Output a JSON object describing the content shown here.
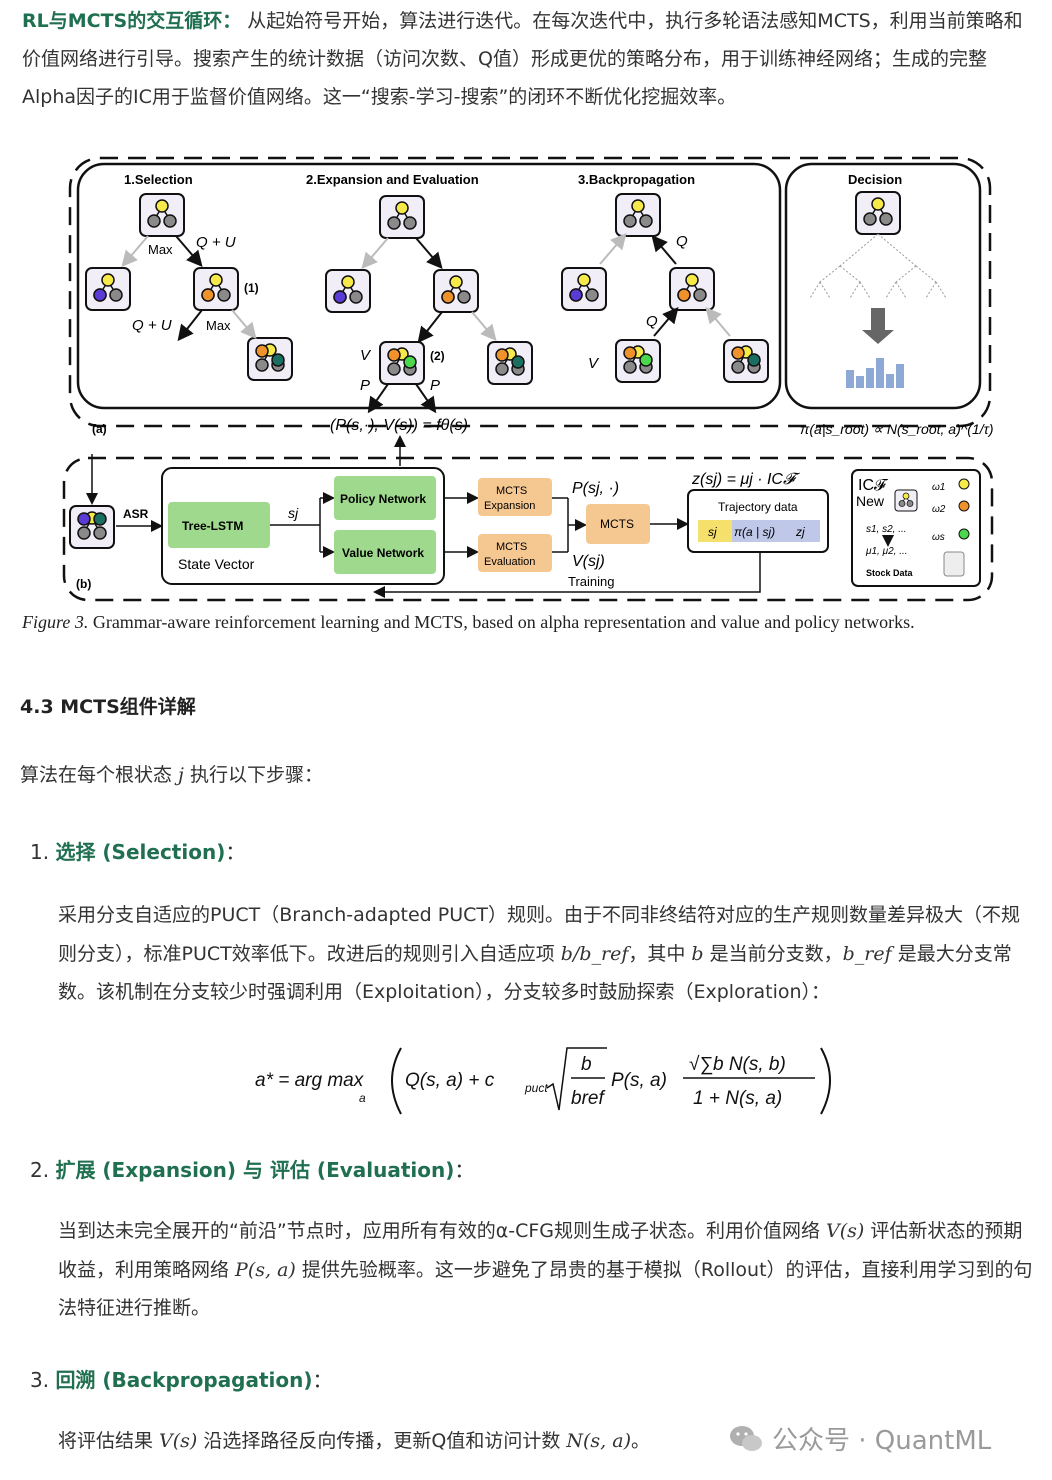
{
  "intro": {
    "lead": "RL与MCTS的交互循环",
    "colon": "：",
    "text": "从起始符号开始，算法进行迭代。在每次迭代中，执行多轮语法感知MCTS，利用当前策略和价值网络进行引导。搜索产生的统计数据（访问次数、Q值）形成更优的策略分布，用于训练神经网络；生成的完整Alpha因子的IC用于监督价值网络。这一“搜索-学习-搜索”的闭环不断优化挖掘效率。"
  },
  "figure": {
    "selection_title": "1.Selection",
    "expansion_title": "2.Expansion and Evaluation",
    "backprop_title": "3.Backpropagation",
    "decision_title": "Decision",
    "max_label": "Max",
    "q_plus_u": "Q + U",
    "q_label": "Q",
    "v_label": "V",
    "p_label": "P",
    "marker_1": "(1)",
    "marker_2": "(2)",
    "panel_a": "(a)",
    "panel_b": "(b)",
    "net_equation": "(P(s,·), V(s)) = fθ(s)",
    "decision_equation": "π(a|s_root) ∝ N(s_root, a)^(1/τ)",
    "asr": "ASR",
    "tree_lstm": "Tree-LSTM",
    "state_vector": "State Vector",
    "sj": "sj",
    "policy_network": "Policy Network",
    "value_network": "Value Network",
    "mcts_expansion_1": "MCTS",
    "mcts_expansion_2": "Expansion",
    "mcts_evaluation_1": "MCTS",
    "mcts_evaluation_2": "Evaluation",
    "p_sj": "P(sj, ·)",
    "v_sj": "V(sj)",
    "mcts": "MCTS",
    "training": "Training",
    "z_equation": "z(sj) = μj · IC𝓕",
    "trajectory_data": "Trajectory data",
    "traj_s": "sj",
    "traj_pi": "π(a | sj)",
    "traj_z": "zj",
    "ic_f": "IC𝓕",
    "new": "New",
    "s_seq": "s1, s2, ...",
    "mu_seq": "μ1, μ2, ...",
    "stock_data": "Stock Data",
    "w1": "ω1",
    "w2": "ω2",
    "ws": "ωs"
  },
  "caption": {
    "label": "Figure 3.",
    "text": " Grammar-aware reinforcement learning and MCTS, based on alpha representation and value and policy networks."
  },
  "section": {
    "title": "4.3 MCTS组件详解"
  },
  "steps_intro": {
    "before": "算法在每个根状态 ",
    "var": "j",
    "after": " 执行以下步骤："
  },
  "steps": [
    {
      "number": "1.",
      "title": "选择 (Selection)",
      "colon": "：",
      "body_1": "采用分支自适应的PUCT（Branch-adapted PUCT）规则。由于不同非终结符对应的生产规则数量差异极大（不规则分支），标准PUCT效率低下。改进后的规则引入自适应项 ",
      "term_1": "b/b_ref",
      "body_2": "，其中 ",
      "term_2": "b",
      "body_3": " 是当前分支数，",
      "term_3": "b_ref",
      "body_4": " 是最大分支常数。该机制在分支较少时强调利用（Exploitation），分支较多时鼓励探索（Exploration）："
    },
    {
      "number": "2.",
      "title": "扩展 (Expansion) 与 评估 (Evaluation)",
      "colon": "：",
      "body_1": "当到达未完全展开的“前沿”节点时，应用所有有效的α-CFG规则生成子状态。利用价值网络 ",
      "term_1": "V(s)",
      "body_2": " 评估新状态的预期收益，利用策略网络 ",
      "term_2": "P(s, a)",
      "body_3": " 提供先验概率。这一步避免了昂贵的基于模拟（Rollout）的评估，直接利用学习到的句法特征进行推断。"
    },
    {
      "number": "3.",
      "title": "回溯 (Backpropagation)",
      "colon": "：",
      "body_1": "将评估结果 ",
      "term_1": "V(s)",
      "body_2": " 沿选择路径反向传播，更新Q值和访问计数 ",
      "term_2": "N(s, a)",
      "body_3": "。"
    }
  ],
  "formula": {
    "lhs": "a* = arg max",
    "sub": "a",
    "q": "Q(s, a) + c",
    "puct": "puct",
    "b": "b",
    "bref": "bref",
    "p": "P(s, a)",
    "num": "√∑b N(s, b)",
    "den": "1 + N(s, a)"
  },
  "watermark": {
    "text": "公众号 · QuantML",
    "icon": "wechat-icon"
  }
}
